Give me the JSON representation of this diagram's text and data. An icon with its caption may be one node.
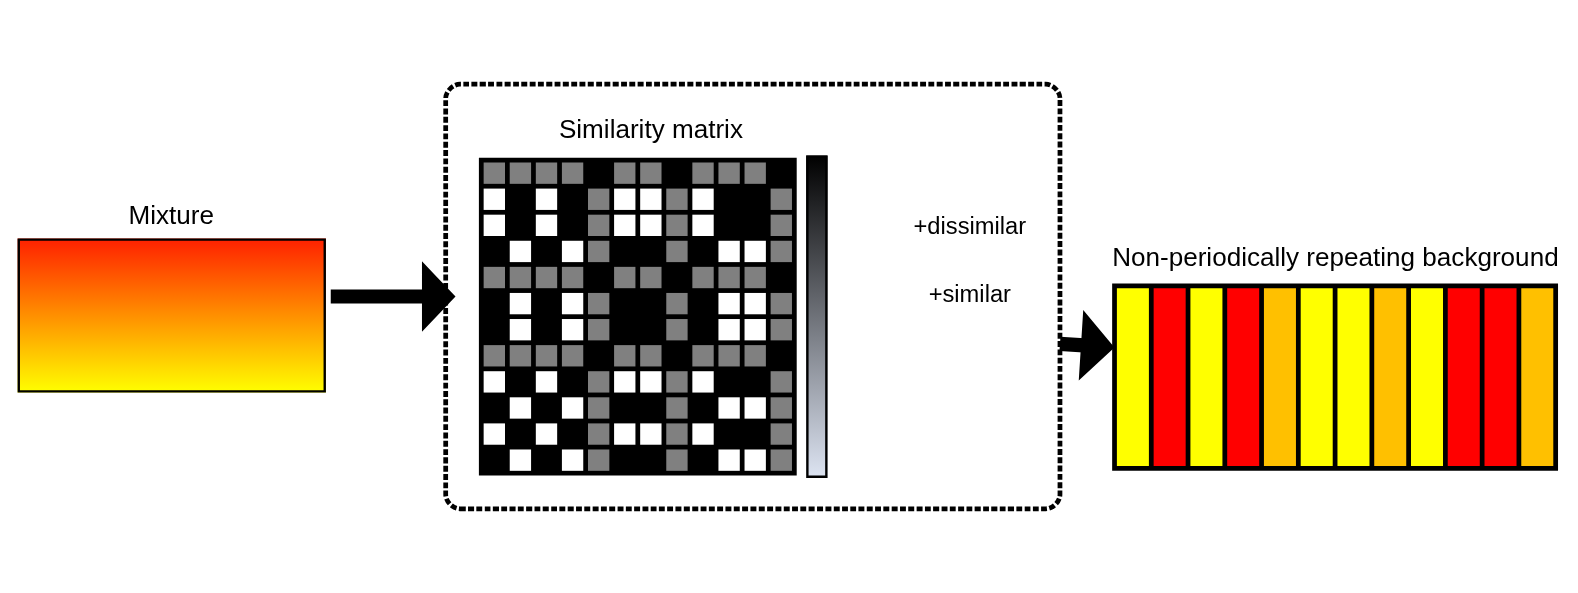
{
  "diagram": {
    "nodes": [
      {
        "text": [
          "Mixture"
        ]
      },
      {
        "text": [],
        "shape": "box"
      },
      {
        "text": [
          "Similarity matrix"
        ],
        "in": 1
      },
      {
        "text": [
          "Non-periodically repeating background"
        ]
      }
    ],
    "edges": [
      {
        "from": 0,
        "to": 1,
        "arrow": "to"
      },
      {
        "from": 1,
        "to": 3,
        "arrow": "to"
      }
    ],
    "labels": [
      "+similar",
      "+dissimilar"
    ]
  }
}
